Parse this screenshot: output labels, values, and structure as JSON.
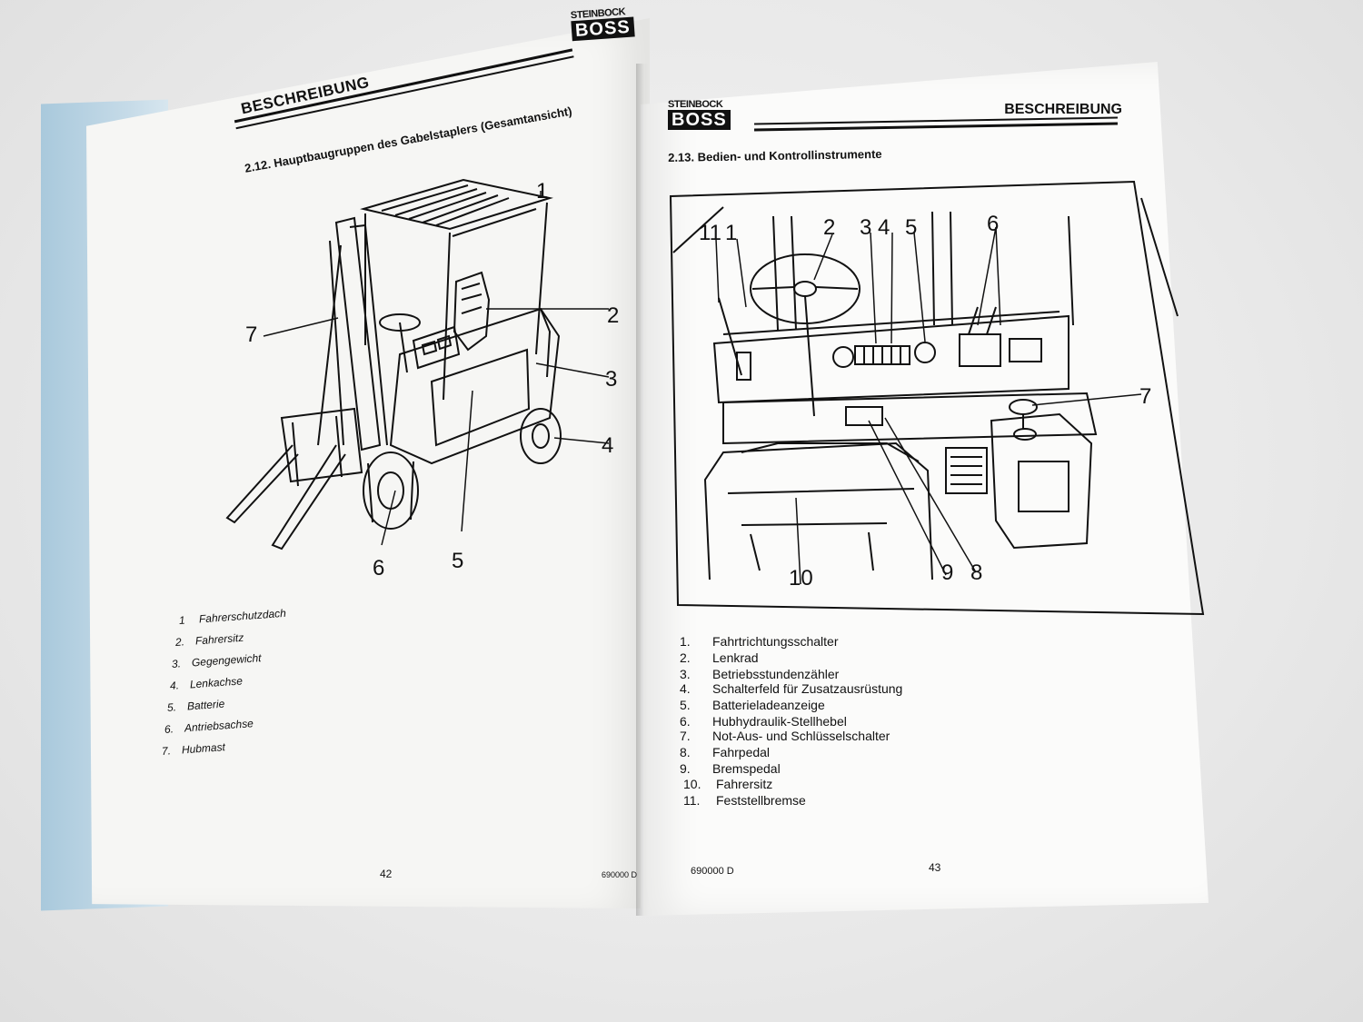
{
  "left_page": {
    "header_title": "BESCHREIBUNG",
    "logo_top": "STEINBOCK",
    "logo_bottom": "BOSS",
    "section_title": "2.12.  Hauptbaugruppen des Gabelstaplers (Gesamtansicht)",
    "callouts": [
      "1",
      "2",
      "3",
      "4",
      "5",
      "6",
      "7"
    ],
    "legend": [
      {
        "num": "1",
        "label": "Fahrerschutzdach"
      },
      {
        "num": "2.",
        "label": "Fahrersitz"
      },
      {
        "num": "3.",
        "label": "Gegengewicht"
      },
      {
        "num": "4.",
        "label": "Lenkachse"
      },
      {
        "num": "5.",
        "label": "Batterie"
      },
      {
        "num": "6.",
        "label": "Antriebsachse"
      },
      {
        "num": "7.",
        "label": "Hubmast"
      }
    ],
    "page_number": "42",
    "doc_code": "690000 D"
  },
  "right_page": {
    "header_title": "BESCHREIBUNG",
    "logo_top": "STEINBOCK",
    "logo_bottom": "BOSS",
    "section_title": "2.13.  Bedien- und Kontrollinstrumente",
    "callouts": [
      "11",
      "1",
      "2",
      "3",
      "4",
      "5",
      "6",
      "7",
      "8",
      "9",
      "10"
    ],
    "legend": [
      {
        "num": "1.",
        "label": "Fahrtrichtungsschalter"
      },
      {
        "num": "2.",
        "label": "Lenkrad"
      },
      {
        "num": "3.",
        "label": "Betriebsstundenzähler"
      },
      {
        "num": "4.",
        "label": "Schalterfeld für Zusatzausrüstung"
      },
      {
        "num": "5.",
        "label": "Batterieladeanzeige"
      },
      {
        "num": "6.",
        "label": "Hubhydraulik-Stellhebel"
      },
      {
        "num": "7.",
        "label": "Not-Aus- und Schlüsselschalter"
      },
      {
        "num": "8.",
        "label": "Fahrpedal"
      },
      {
        "num": "9.",
        "label": "Bremspedal"
      },
      {
        "num": "10.",
        "label": "Fahrersitz"
      },
      {
        "num": "11.",
        "label": "Feststellbremse"
      }
    ],
    "page_number": "43",
    "doc_code": "690000  D"
  }
}
